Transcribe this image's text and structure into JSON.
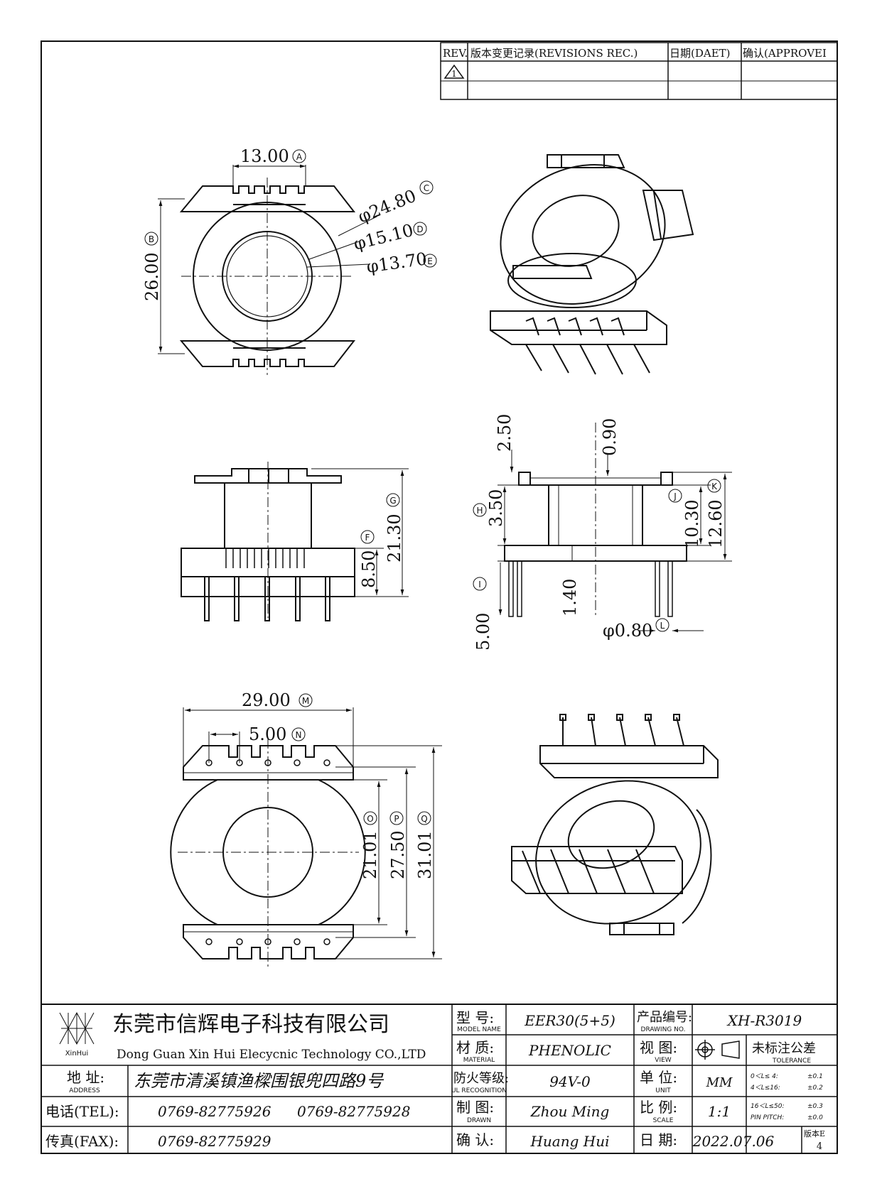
{
  "revisions": {
    "headers": {
      "rev": "REV.",
      "record": "版本变更记录(REVISIONS REC.)",
      "date": "日期(DAET)",
      "approve": "确认(APPROVEI"
    },
    "rows": [
      {
        "rev": "1",
        "record": "",
        "date": "",
        "approve": ""
      }
    ]
  },
  "dimensions": {
    "A": {
      "value": "13.00",
      "tag": "A"
    },
    "B": {
      "value": "26.00",
      "tag": "B"
    },
    "C": {
      "value": "φ24.80",
      "tag": "C"
    },
    "D": {
      "value": "φ15.10",
      "tag": "D"
    },
    "E": {
      "value": "φ13.70",
      "tag": "E"
    },
    "F": {
      "value": "8.50",
      "tag": "F"
    },
    "G": {
      "value": "21.30",
      "tag": "G"
    },
    "H": {
      "value": "3.50",
      "tag": "H"
    },
    "I": {
      "value": "5.00",
      "tag": "I"
    },
    "J": {
      "value": "10.30",
      "tag": "J"
    },
    "K": {
      "value": "12.60",
      "tag": "K"
    },
    "L": {
      "value": "φ0.80",
      "tag": "L"
    },
    "M": {
      "value": "29.00",
      "tag": "M"
    },
    "N": {
      "value": "5.00",
      "tag": "N"
    },
    "O": {
      "value": "21.01",
      "tag": "O"
    },
    "P": {
      "value": "27.50",
      "tag": "P"
    },
    "Q": {
      "value": "31.01",
      "tag": "Q"
    },
    "side_top_a": "2.50",
    "side_top_b": "0.90",
    "side_mid": "1.40"
  },
  "title_block": {
    "company_cn": "东莞市信辉电子科技有限公司",
    "company_en": "Dong Guan Xin Hui Elecycnic Technology CO.,LTD",
    "logo_caption": "XinHui",
    "address_label": "地  址:",
    "address_label_en": "ADDRESS",
    "address": "东莞市清溪镇渔樑围银兜四路9号",
    "tel_label": "电话(TEL):",
    "tel1": "0769-82775926",
    "tel2": "0769-82775928",
    "fax_label": "传真(FAX):",
    "fax": "0769-82775929",
    "model_label": "型  号:",
    "model_label_en": "MODEL NAME",
    "model": "EER30(5+5)",
    "material_label": "材  质:",
    "material_label_en": "MATERIAL",
    "material": "PHENOLIC",
    "flame_label": "防火等级:",
    "flame_label_en": "UL RECOGNITION",
    "flame": "94V-0",
    "drawn_label": "制  图:",
    "drawn_label_en": "DRAWN",
    "drawn": "Zhou Ming",
    "check_label": "确  认:",
    "check": "Huang Hui",
    "drawing_no_label": "产品编号:",
    "drawing_no_label_en": "DRAWING NO.",
    "drawing_no": "XH-R3019",
    "view_label": "视  图:",
    "view_label_en": "VIEW",
    "unit_label": "单  位:",
    "unit_label_en": "UNIT",
    "unit": "MM",
    "scale_label": "比  例:",
    "scale_label_en": "SCALE",
    "scale": "1:1",
    "date_label": "日  期:",
    "date": "2022.07.06",
    "tol_title": "未标注公差",
    "tol_title_en": "TOLERANCE",
    "tol_rows": [
      {
        "range": "0＜L≤ 4:",
        "val": "±0.1"
      },
      {
        "range": "4＜L≤16:",
        "val": "±0.2"
      },
      {
        "range": "16＜L≤50:",
        "val": "±0.3"
      },
      {
        "range": "PIN PITCH:",
        "val": "±0.0"
      }
    ],
    "version_label": "版本E",
    "version": "4"
  }
}
